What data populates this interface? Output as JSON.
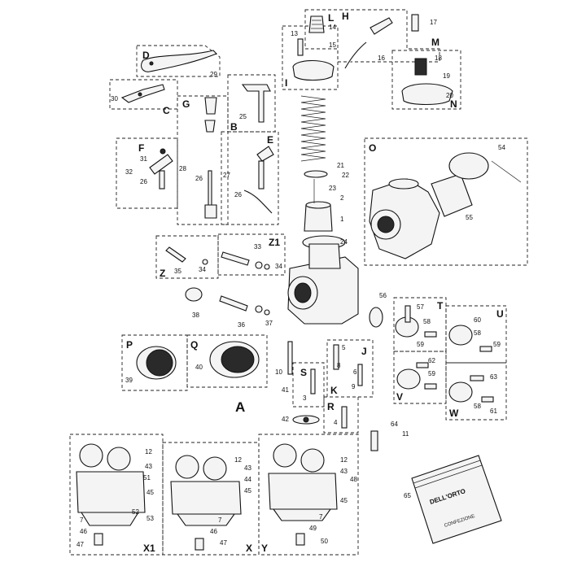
{
  "section_letters": {
    "A": "A",
    "B": "B",
    "C": "C",
    "D": "D",
    "E": "E",
    "F": "F",
    "G": "G",
    "H": "H",
    "I": "I",
    "J": "J",
    "K": "K",
    "L": "L",
    "M": "M",
    "N": "N",
    "O": "O",
    "P": "P",
    "Q": "Q",
    "R": "R",
    "S": "S",
    "T": "T",
    "U": "U",
    "V": "V",
    "W": "W",
    "X": "X",
    "X1": "X1",
    "Y": "Y",
    "Z": "Z",
    "Z1": "Z1"
  },
  "part_numbers": [
    "1",
    "2",
    "3",
    "4",
    "5",
    "6",
    "7",
    "8",
    "9",
    "10",
    "11",
    "12",
    "13",
    "14",
    "15",
    "16",
    "17",
    "18",
    "19",
    "20",
    "21",
    "22",
    "23",
    "24",
    "25",
    "26",
    "27",
    "28",
    "29",
    "30",
    "31",
    "32",
    "33",
    "34",
    "35",
    "36",
    "37",
    "38",
    "39",
    "40",
    "41",
    "42",
    "43",
    "44",
    "45",
    "46",
    "47",
    "48",
    "49",
    "50",
    "51",
    "52",
    "53",
    "54",
    "55",
    "56",
    "57",
    "58",
    "59",
    "60",
    "61",
    "62",
    "63",
    "64",
    "65"
  ],
  "packet_label": {
    "brand": "DELL'ORTO",
    "line1": "CONFEZIONE"
  }
}
